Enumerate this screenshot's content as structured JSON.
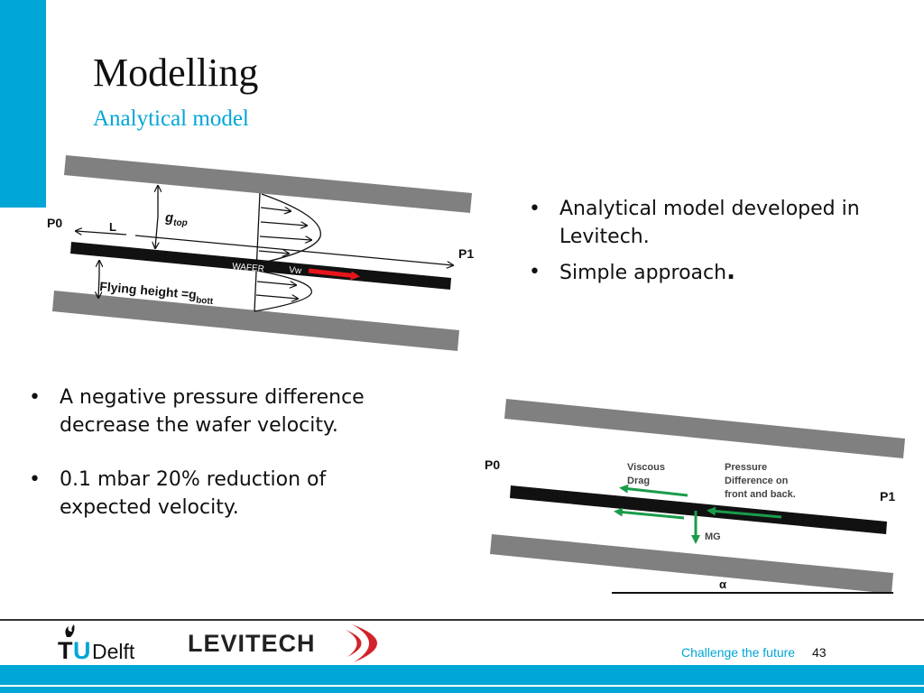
{
  "slide": {
    "title": "Modelling",
    "subtitle": "Analytical model"
  },
  "bullets_right": [
    {
      "text": "Analytical model developed in Levitech."
    },
    {
      "text": "Simple approach",
      "tail": "."
    }
  ],
  "bullets_left": [
    {
      "text": "A negative pressure difference decrease the wafer velocity."
    },
    {
      "text": "0.1 mbar 20% reduction of expected velocity."
    }
  ],
  "diagram_top": {
    "p0": "P0",
    "p1": "P1",
    "l": "L",
    "g": "g",
    "top": "top",
    "wafer": "WAFER",
    "vw": "Vw",
    "flying_height": "Flying height =g",
    "bott": "bott"
  },
  "diagram_bottom": {
    "p0": "P0",
    "p1": "P1",
    "viscous": "Viscous",
    "drag": "Drag",
    "pressure": "Pressure",
    "difference": "Difference on",
    "front_back": "front and back.",
    "mg": "MG",
    "alpha": "α"
  },
  "footer": {
    "tudelft_t": "T",
    "tudelft_u": "U",
    "tudelft_delft": "Delft",
    "levitech": "LEVITECH",
    "tagline": "Challenge the future",
    "page": "43"
  },
  "colors": {
    "accent": "#00a6d6",
    "plate": "#808080",
    "arrow_red": "#e8141c",
    "arrow_green": "#1a9b4b",
    "levitech_red": "#d2232a"
  }
}
